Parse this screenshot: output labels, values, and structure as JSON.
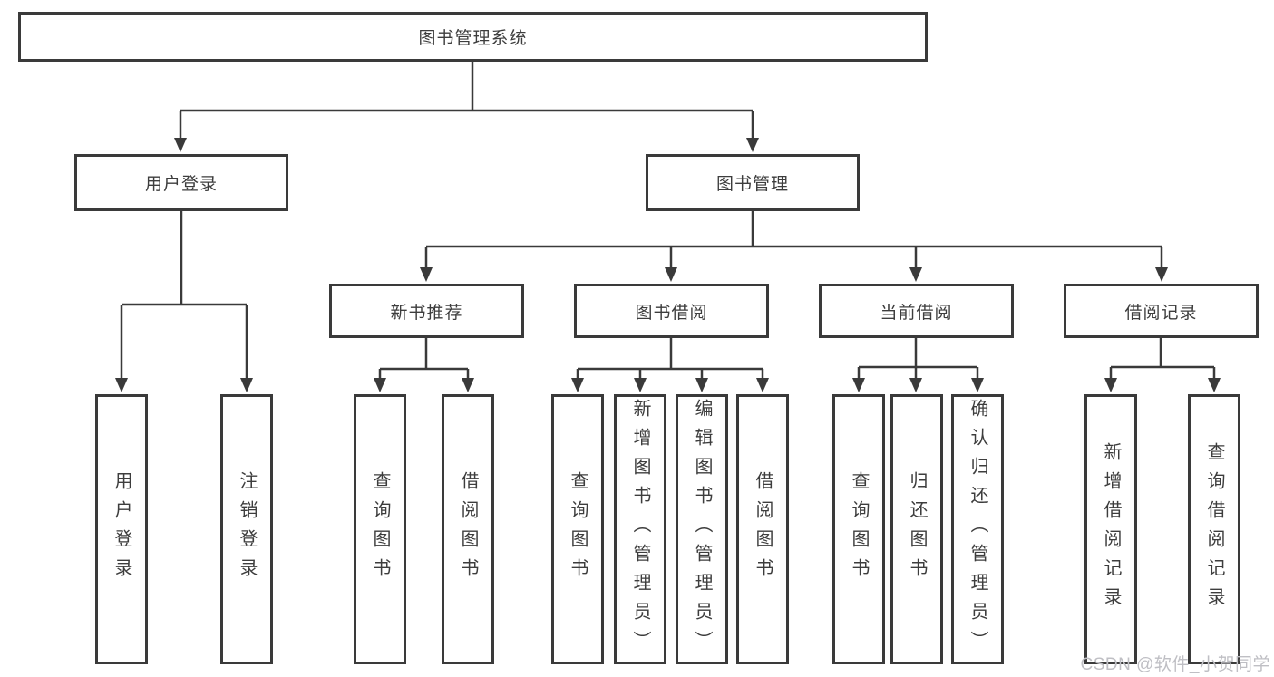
{
  "diagram": {
    "root": {
      "label": "图书管理系统"
    },
    "branches": [
      {
        "label": "用户登录",
        "children": [
          {
            "label": "用户登录"
          },
          {
            "label": "注销登录"
          }
        ]
      },
      {
        "label": "图书管理",
        "modules": [
          {
            "label": "新书推荐",
            "children": [
              {
                "label": "查询图书"
              },
              {
                "label": "借阅图书"
              }
            ]
          },
          {
            "label": "图书借阅",
            "children": [
              {
                "label": "查询图书"
              },
              {
                "label": "新增图书（管理员）"
              },
              {
                "label": "编辑图书（管理员）"
              },
              {
                "label": "借阅图书"
              }
            ]
          },
          {
            "label": "当前借阅",
            "children": [
              {
                "label": "查询图书"
              },
              {
                "label": "归还图书"
              },
              {
                "label": "确认归还（管理员）"
              }
            ]
          },
          {
            "label": "借阅记录",
            "children": [
              {
                "label": "新增借阅记录"
              },
              {
                "label": "查询借阅记录"
              }
            ]
          }
        ]
      }
    ]
  },
  "watermark": {
    "text": "CSDN @软件_小贺同学"
  },
  "colors": {
    "line": "#3a3a3a",
    "text": "#3d3d3d",
    "watermark": "#bfbfc4",
    "background": "#ffffff"
  }
}
